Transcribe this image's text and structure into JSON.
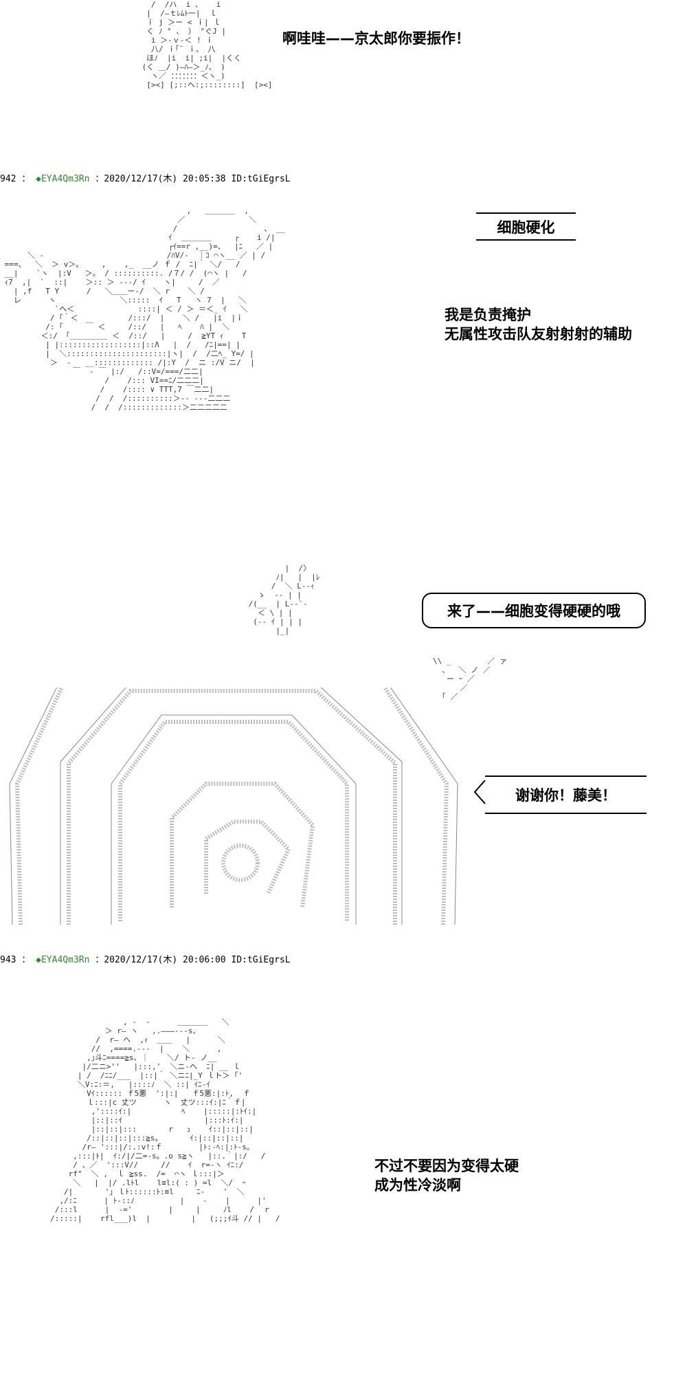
{
  "posts": [
    {
      "number": "942",
      "sep": "：",
      "trip": "◆EYA4Qm3Rn",
      "datetime": "：2020/12/17(木) 20:05:38",
      "id": "ID:tGiEgrsL"
    },
    {
      "number": "943",
      "sep": "：",
      "trip": "◆EYA4Qm3Rn",
      "datetime": "：2020/12/17(木) 20:06:00",
      "id": "ID:tGiEgrsL"
    }
  ],
  "panel1": {
    "line": "啊哇哇——京太郎你要振作！"
  },
  "panel2": {
    "title": "细胞硬化",
    "lines": [
      "我是负责掩护",
      "无属性攻击队友射射射的辅助"
    ]
  },
  "panel3": {
    "bubble_top": "来了——细胞变得硬硬的哦",
    "bubble_side": "谢谢你！藤美！"
  },
  "panel4": {
    "lines": [
      "不过不要因为变得太硬",
      "成为性冷淡啊"
    ]
  },
  "colors": {
    "trip": "#2e8b2e",
    "art": "#333333"
  }
}
